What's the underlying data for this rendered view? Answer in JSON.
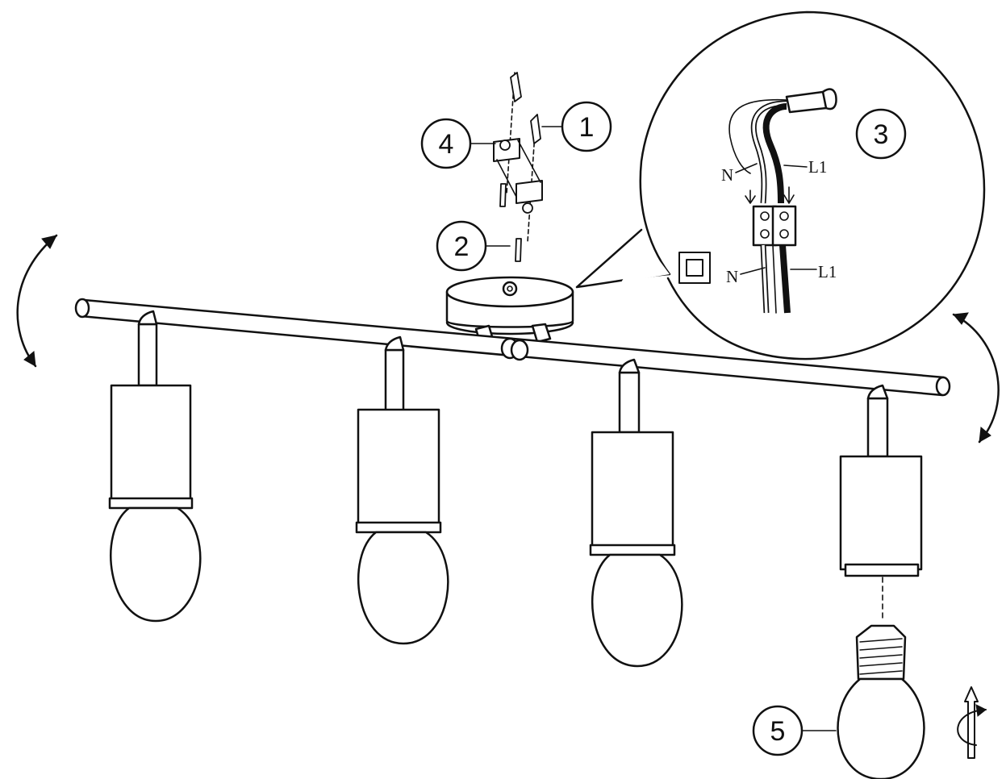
{
  "callouts": [
    {
      "id": "1",
      "label": "1"
    },
    {
      "id": "2",
      "label": "2"
    },
    {
      "id": "3",
      "label": "3"
    },
    {
      "id": "4",
      "label": "4"
    },
    {
      "id": "5",
      "label": "5"
    }
  ],
  "wiring": {
    "neutral_top": "N",
    "live_top": "L1",
    "neutral_bottom": "N",
    "live_bottom": "L1"
  },
  "icons": [
    "double-insulation-icon",
    "rotate-arrow-icon",
    "screw-in-icon"
  ]
}
